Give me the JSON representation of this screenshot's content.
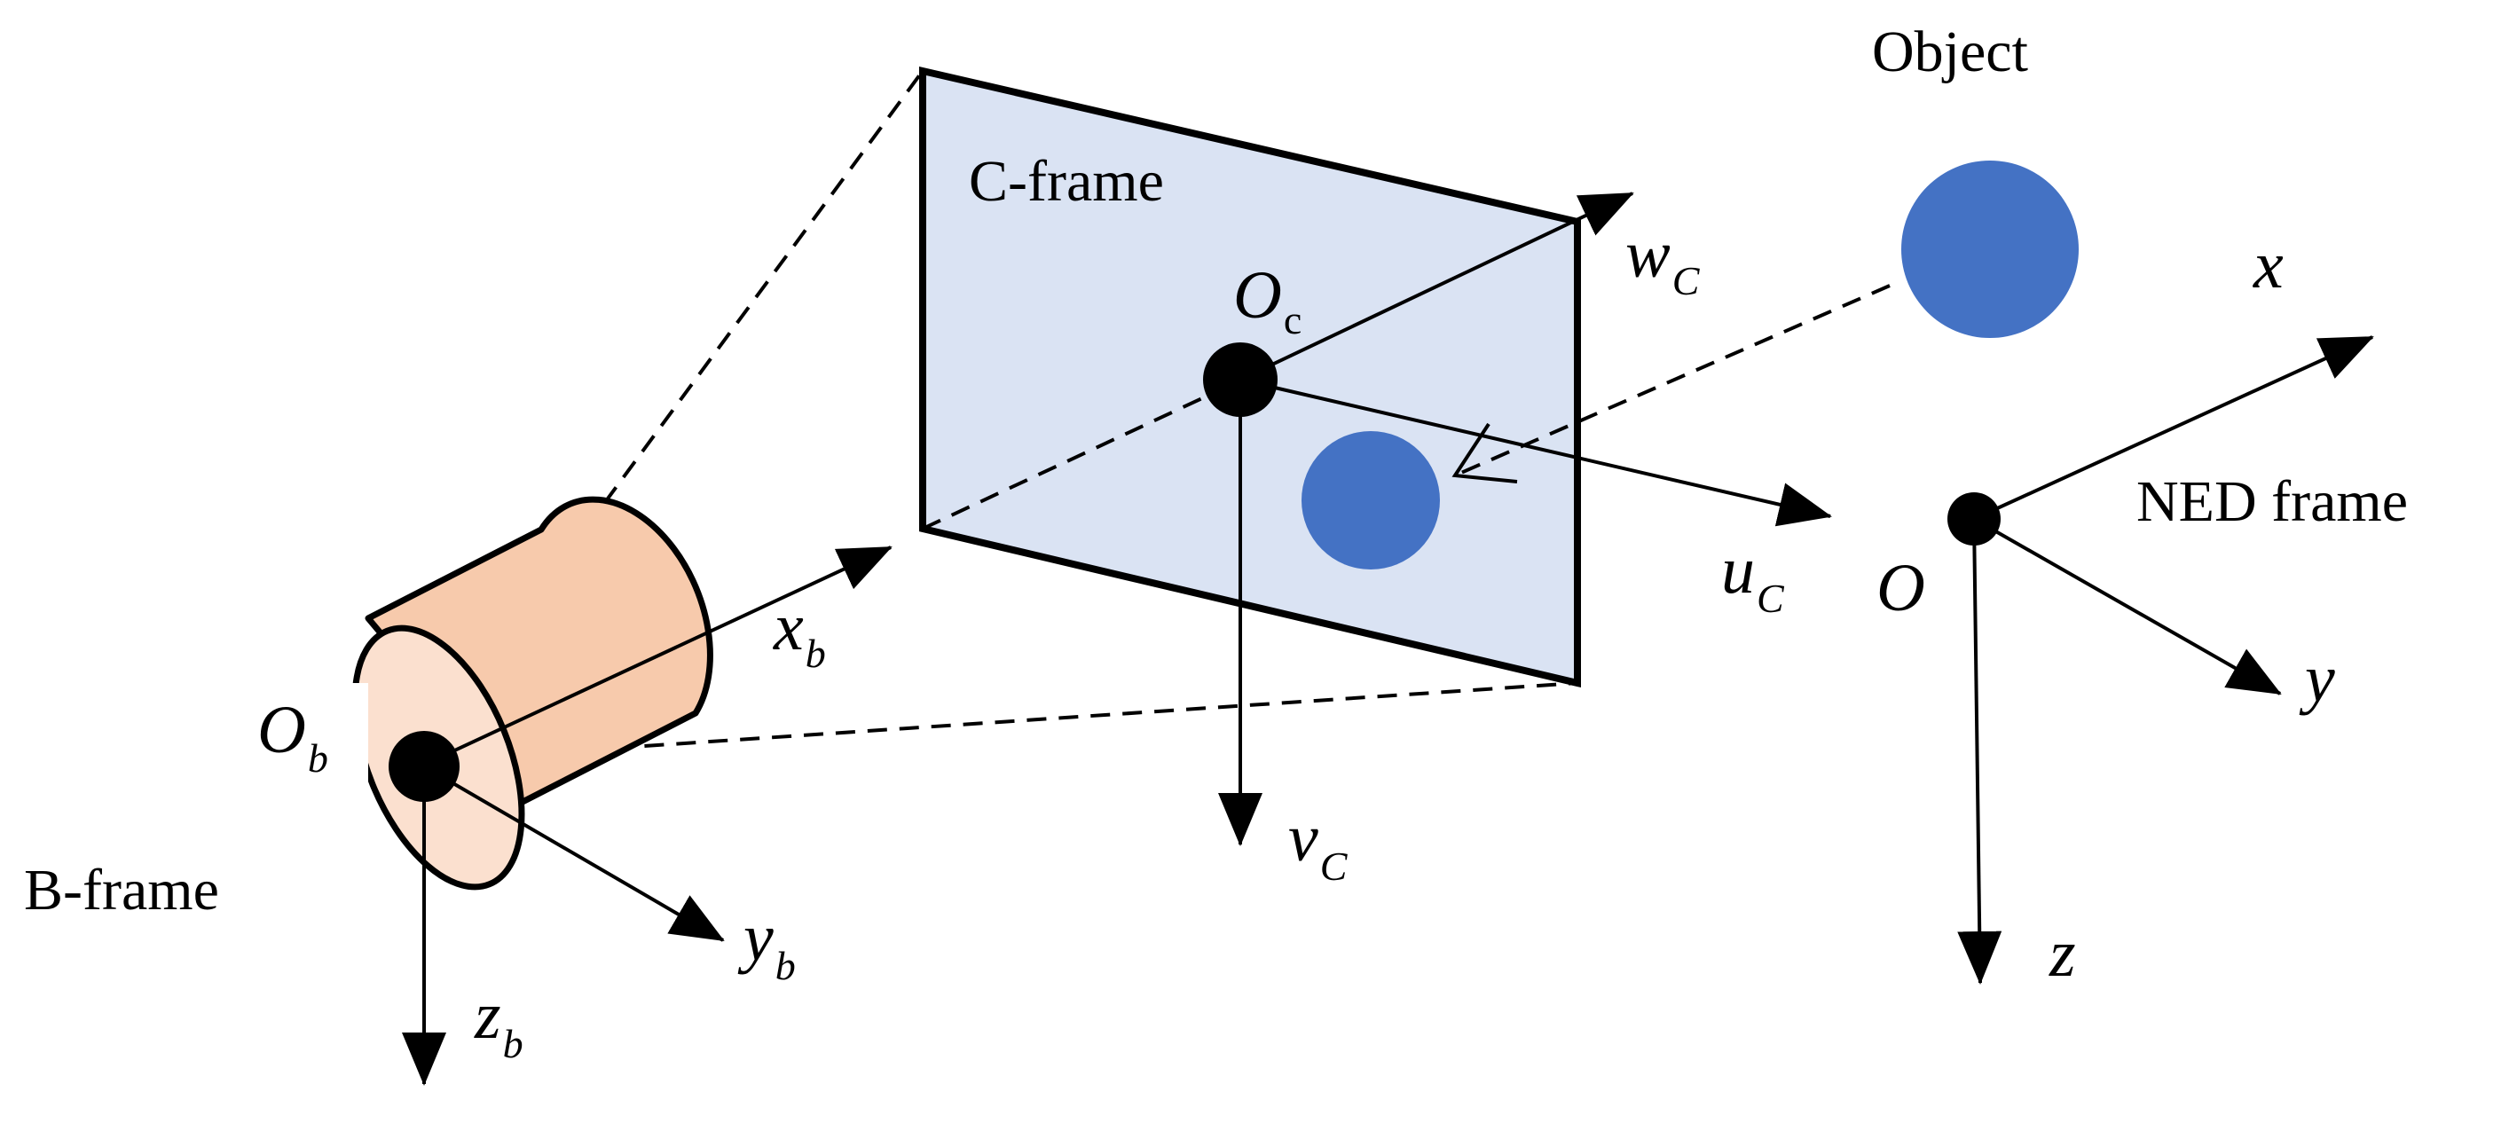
{
  "labels": {
    "c_frame": "C-frame",
    "b_frame": "B-frame",
    "ned_frame": "NED frame",
    "object": "Object"
  },
  "symbols": {
    "O_c": {
      "main": "O",
      "sub": "c"
    },
    "O_b": {
      "main": "O",
      "sub": "b"
    },
    "O": {
      "main": "O"
    },
    "w_C": {
      "main": "w",
      "sub": "C"
    },
    "u_C": {
      "main": "u",
      "sub": "C"
    },
    "v_C": {
      "main": "v",
      "sub": "C"
    },
    "x_b": {
      "main": "x",
      "sub": "b"
    },
    "y_b": {
      "main": "y",
      "sub": "b"
    },
    "z_b": {
      "main": "z",
      "sub": "b"
    },
    "x": {
      "main": "x"
    },
    "y": {
      "main": "y"
    },
    "z": {
      "main": "z"
    }
  },
  "colors": {
    "image_plane_fill": "#dae3f3",
    "camera_body_fill": "#f7caac",
    "camera_lens_fill": "#fbe0cf",
    "object_fill": "#4472c4",
    "line": "#000000"
  }
}
